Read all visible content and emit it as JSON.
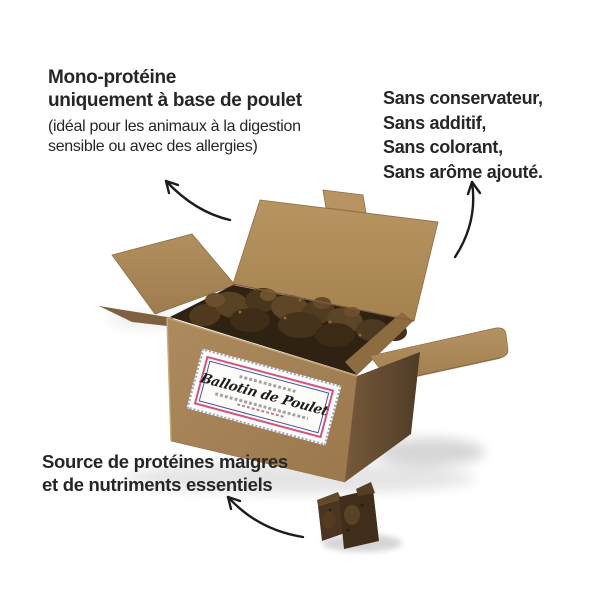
{
  "annotations": {
    "top_left": {
      "bold_lines": [
        "Mono-protéine",
        "uniquement à base de poulet"
      ],
      "light_lines": [
        "(idéal pour les animaux à la digestion",
        "sensible ou avec des allergies)"
      ]
    },
    "top_right": {
      "lines": [
        "Sans conservateur,",
        "Sans additif,",
        "Sans colorant,",
        "Sans arôme ajouté."
      ]
    },
    "bottom_left": {
      "lines": [
        "Source de protéines maigres",
        "et de nutriments essentiels"
      ]
    }
  },
  "product": {
    "label_title": "Ballotin de Poulet"
  },
  "icons": {
    "arrow_top_left": "curved-arrow-up-left",
    "arrow_top_right": "curved-arrow-up",
    "arrow_bottom_left": "curved-arrow-up-left"
  },
  "colors": {
    "background": "#ffffff",
    "text": "#262626",
    "arrow": "#1c1c1c",
    "kraft_light": "#b5935f",
    "kraft_mid": "#a3804f",
    "kraft_shadow": "#503d28",
    "treats": "#4a3520",
    "label_pink": "#cf5585",
    "label_blue": "#4a55a0"
  }
}
